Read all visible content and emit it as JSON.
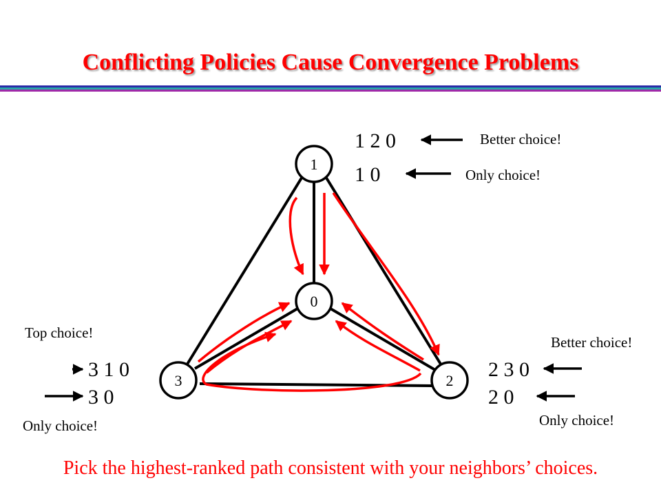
{
  "title": "Conflicting Policies Cause Convergence Problems",
  "nodes": {
    "n0": "0",
    "n1": "1",
    "n2": "2",
    "n3": "3"
  },
  "node1": {
    "path_primary": "1 2 0",
    "path_secondary": "1 0",
    "note_primary": "Better choice!",
    "note_secondary": "Only choice!"
  },
  "node2": {
    "path_primary": "2 3 0",
    "path_secondary": "2 0",
    "note_primary": "Better choice!",
    "note_secondary": "Only choice!"
  },
  "node3": {
    "path_primary": "3 1 0",
    "path_secondary": "3 0",
    "note_primary": "Top choice!",
    "note_secondary": "Only choice!"
  },
  "footer": "Pick the highest-ranked path consistent with your neighbors’ choices.",
  "colors": {
    "accent": "#ff0000",
    "rule_blue": "#2a2aa8",
    "rule_teal": "#2aa8a8",
    "rule_purple": "#a02aa8"
  }
}
